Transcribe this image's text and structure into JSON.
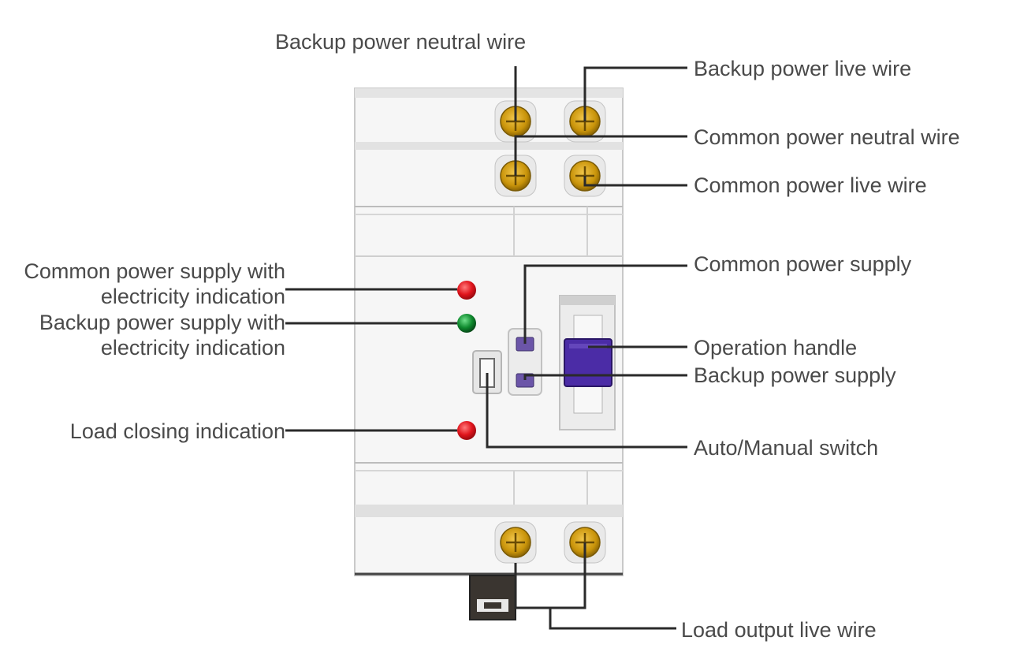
{
  "labels": {
    "backup_neutral": "Backup power neutral wire",
    "backup_live": "Backup power live wire",
    "common_neutral": "Common power neutral wire",
    "common_live": "Common power live wire",
    "common_indication": "Common power supply with\nelectricity indication",
    "backup_indication": "Backup power supply with\nelectricity indication",
    "load_closing": "Load closing indication",
    "common_supply": "Common power supply",
    "operation_handle": "Operation handle",
    "backup_supply": "Backup power supply",
    "auto_manual": "Auto/Manual switch",
    "load_output": "Load output live wire"
  },
  "colors": {
    "terminal": "#d4a20a",
    "led_red": "#e0141c",
    "led_green": "#0f8a2e",
    "handle": "#4b2ca6",
    "leader": "#2a2a2a"
  }
}
